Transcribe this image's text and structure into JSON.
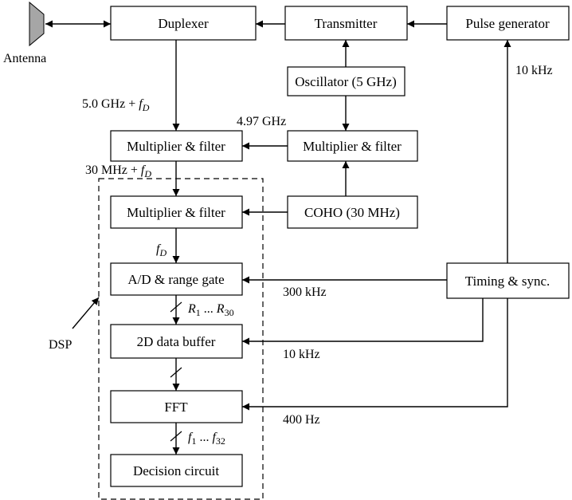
{
  "blocks": {
    "duplexer": "Duplexer",
    "transmitter": "Transmitter",
    "pulse_generator": "Pulse generator",
    "oscillator": "Oscillator (5 GHz)",
    "mixer_rf": "Multiplier & filter",
    "mixer_lo": "Multiplier & filter",
    "mixer_if": "Multiplier & filter",
    "coho": "COHO (30 MHz)",
    "adc": "A/D & range gate",
    "timing": "Timing & sync.",
    "buffer": "2D data buffer",
    "fft": "FFT",
    "decision": "Decision circuit"
  },
  "labels": {
    "antenna": "Antenna",
    "dsp": "DSP",
    "rf_signal": "5.0 GHz + ",
    "lo_signal": "4.97 GHz",
    "if_signal": "30 MHz + ",
    "doppler_sym": "f",
    "doppler_sub": "D",
    "prf": "10 kHz",
    "adc_clock": "300 kHz",
    "buffer_clock": "10 kHz",
    "fft_clock": "400 Hz",
    "range_bins": {
      "a": "R",
      "a_sub": "1",
      "mid": " ... ",
      "b": "R",
      "b_sub": "30"
    },
    "freq_bins": {
      "a": "f",
      "a_sub": "1",
      "mid": " ... ",
      "b": "f",
      "b_sub": "32"
    }
  },
  "colors": {
    "line": "#000000",
    "antenna_fill": "#a6a6a6",
    "background": "#ffffff"
  }
}
